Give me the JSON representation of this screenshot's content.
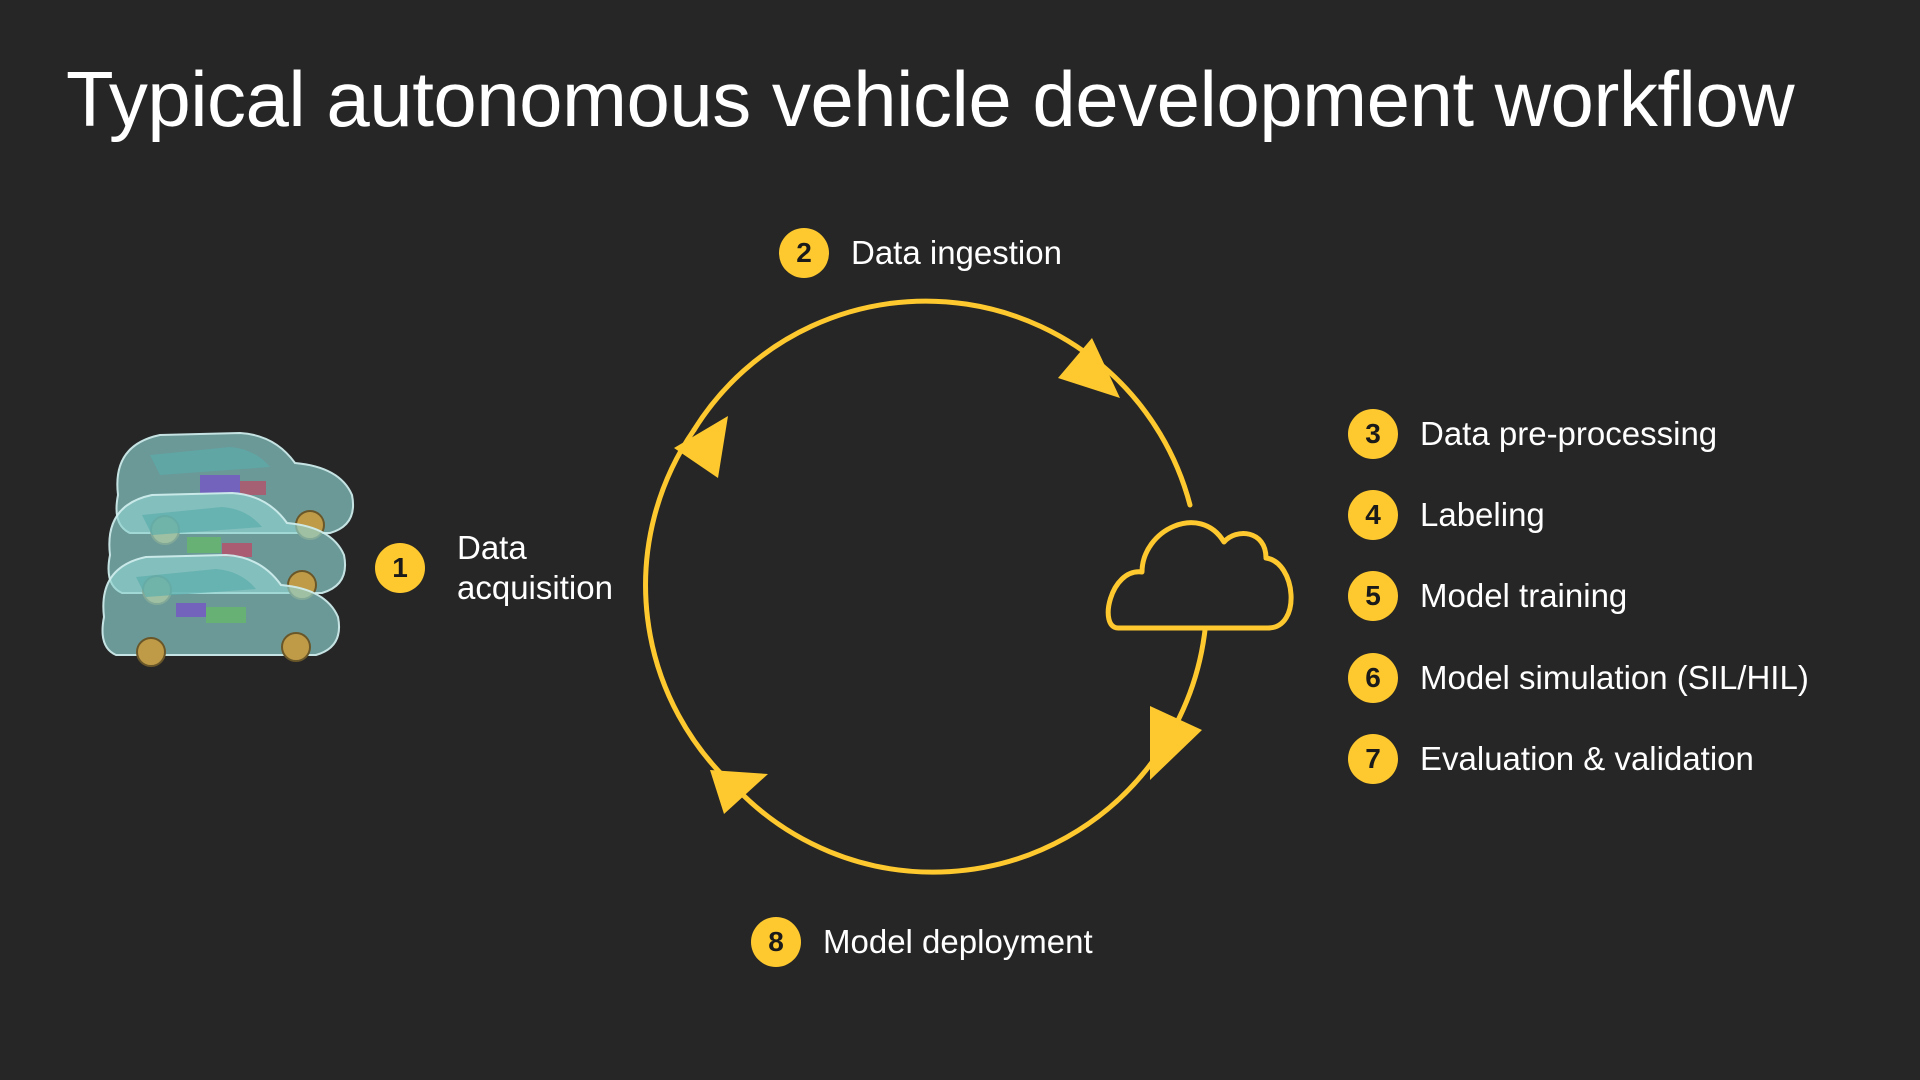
{
  "title": "Typical autonomous vehicle development workflow",
  "colors": {
    "background": "#262626",
    "accent": "#fec92f",
    "text": "#ffffff"
  },
  "steps": [
    {
      "number": "1",
      "label": "Data\nacquisition"
    },
    {
      "number": "2",
      "label": "Data ingestion"
    },
    {
      "number": "3",
      "label": "Data pre-processing"
    },
    {
      "number": "4",
      "label": "Labeling"
    },
    {
      "number": "5",
      "label": "Model training"
    },
    {
      "number": "6",
      "label": "Model simulation (SIL/HIL)"
    },
    {
      "number": "7",
      "label": "Evaluation & validation"
    },
    {
      "number": "8",
      "label": "Model deployment"
    }
  ],
  "icons": {
    "cloud": "cloud-icon",
    "vehicles": "vehicle-fleet-image"
  }
}
